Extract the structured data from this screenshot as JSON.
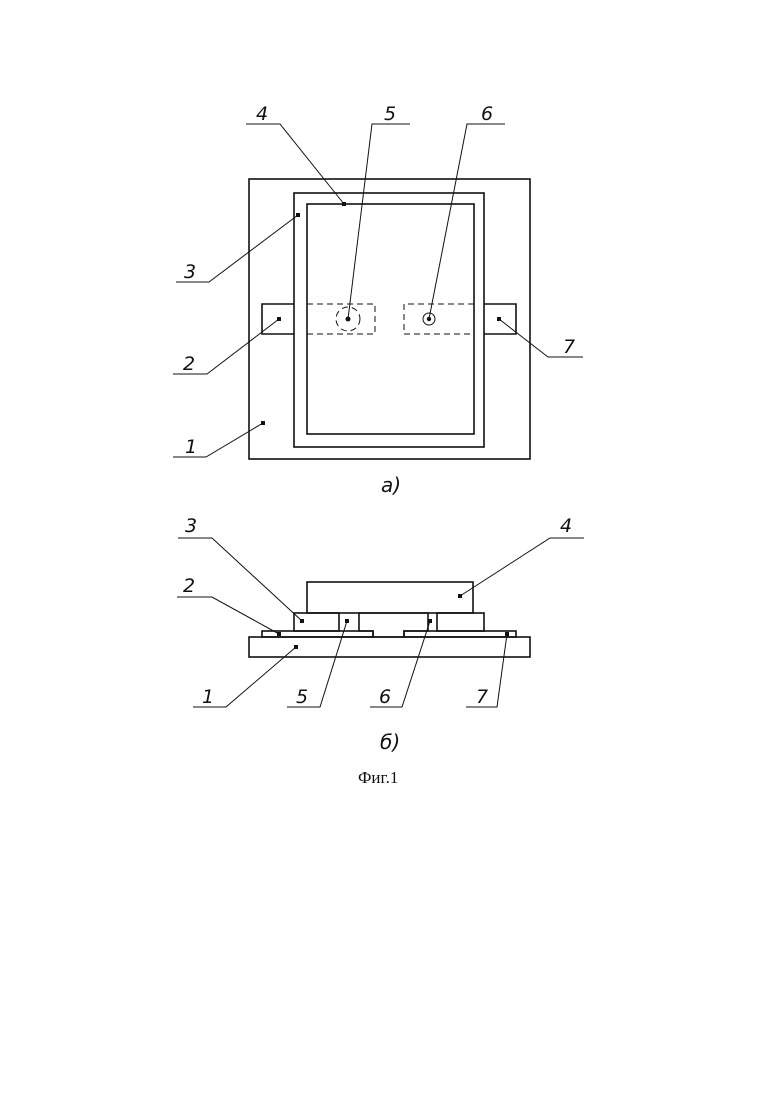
{
  "figure_caption": "Фиг.1",
  "top_view": {
    "sublabel": "а)",
    "callouts": [
      "4",
      "5",
      "6",
      "3",
      "2",
      "7",
      "1"
    ]
  },
  "section_view": {
    "sublabel": "б)",
    "callouts": [
      "3",
      "4",
      "2",
      "1",
      "5",
      "6",
      "7"
    ]
  }
}
